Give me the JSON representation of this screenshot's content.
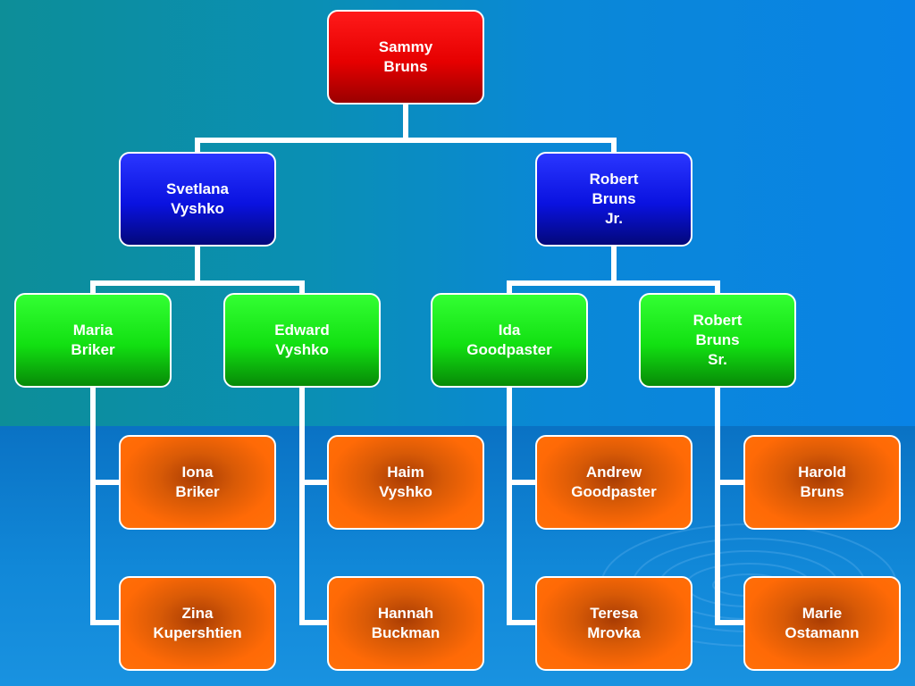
{
  "colors": {
    "level_0": "#e60000",
    "level_1": "#0a12e0",
    "level_2": "#12e012",
    "level_3": "#ff6a06",
    "connector": "#ffffff"
  },
  "root": {
    "name": "Sammy\nBruns"
  },
  "level1": [
    {
      "name": "Svetlana\nVyshko"
    },
    {
      "name": "Robert\nBruns\nJr."
    }
  ],
  "level2": [
    {
      "name": "Maria\nBriker"
    },
    {
      "name": "Edward\nVyshko"
    },
    {
      "name": "Ida\nGoodpaster"
    },
    {
      "name": "Robert\nBruns\nSr."
    }
  ],
  "level3": [
    {
      "name": "Iona\nBriker",
      "parent": 0
    },
    {
      "name": "Zina\nKupershtien",
      "parent": 0
    },
    {
      "name": "Haim\nVyshko",
      "parent": 1
    },
    {
      "name": "Hannah\nBuckman",
      "parent": 1
    },
    {
      "name": "Andrew\nGoodpaster",
      "parent": 2
    },
    {
      "name": "Teresa\nMrovka",
      "parent": 2
    },
    {
      "name": "Harold\nBruns",
      "parent": 3
    },
    {
      "name": "Marie\nOstamann",
      "parent": 3
    }
  ]
}
